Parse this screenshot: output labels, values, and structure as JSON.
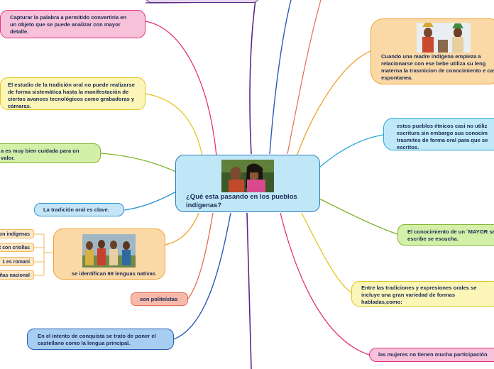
{
  "center": {
    "title": "¿Qué esta pasando en los pueblos indígenas?",
    "image": "photo-indigenous-women"
  },
  "nodes_left": {
    "capturar": "Capturar la palabra a permitido convertiria en un objeto que se puede analizar con mayor detalle.",
    "estudio": "El estudio de la tradición oral no puede realizarse de forma sistemática hasta la manifestación de ciertos avances tecnológicos como grabadoras y cámaras.",
    "cuidada": "a es muy bien cuidada para un valor.",
    "clave": "La tradición oral es clave.",
    "lenguas": "se identifican 69 lenguas nativas",
    "politeistas": "son politeístas",
    "conquista": "En el intento de conquista se trato de poner el castellano como la lengua principal."
  },
  "lenguas_subs": [
    "on indígenas",
    "t son criollas",
    "1 es romaní",
    "ñas nacional"
  ],
  "nodes_right": {
    "madre": "Cuando una madre indígena empieza a relacionarse con ese bebe utiliza su leng materna la trasmicion de conocimiento e casi espontanea.",
    "pueblos": "estos pueblos étnicos casi no utiliz escritura sin embargo sus conocim trasmites de forma oral para que se escritos.",
    "mayor": "El conocimiento de un ¨MAYOR se escribe se escucha.",
    "tradiciones": "Entre las tradiciones y expresiones orales se incluye una gran variedad de formas habladas,como:",
    "mujeres": "las mujeres no tienen mucha participación"
  },
  "colors": {
    "pink": "#e4317d",
    "yellow": "#e2c51c",
    "green": "#7fb52c",
    "blue": "#2a96d0",
    "orange": "#f0a22f",
    "salmon": "#e76b50",
    "navy": "#2a5cb5",
    "purple": "#5b2a86"
  }
}
